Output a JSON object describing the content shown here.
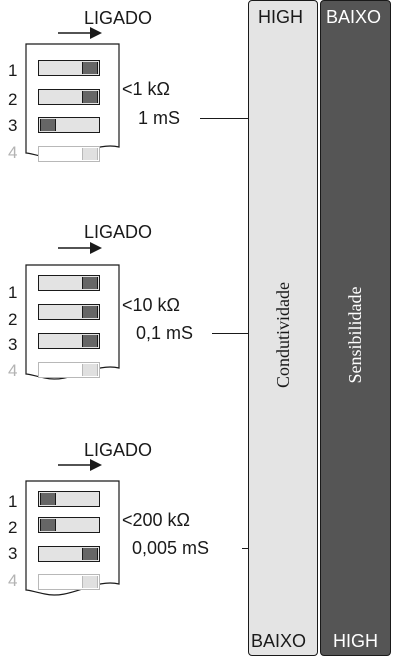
{
  "scale": {
    "left_bar": {
      "title": "Condutividade",
      "top_label": "HIGH",
      "bottom_label": "BAIXO",
      "color": "#e4e4e4"
    },
    "right_bar": {
      "title": "Sensibilidade",
      "top_label": "BAIXO",
      "bottom_label": "HIGH",
      "color": "#555555"
    }
  },
  "groups": [
    {
      "on_label": "LIGADO",
      "resistance": "<1 kΩ",
      "conductance": "1 mS",
      "switches": [
        {
          "n": "1",
          "state": "on"
        },
        {
          "n": "2",
          "state": "on"
        },
        {
          "n": "3",
          "state": "off"
        },
        {
          "n": "4",
          "state": "inactive"
        }
      ]
    },
    {
      "on_label": "LIGADO",
      "resistance": "<10 kΩ",
      "conductance": "0,1 mS",
      "switches": [
        {
          "n": "1",
          "state": "on"
        },
        {
          "n": "2",
          "state": "on"
        },
        {
          "n": "3",
          "state": "on"
        },
        {
          "n": "4",
          "state": "inactive"
        }
      ]
    },
    {
      "on_label": "LIGADO",
      "resistance": "<200 kΩ",
      "conductance": "0,005 mS",
      "switches": [
        {
          "n": "1",
          "state": "off"
        },
        {
          "n": "2",
          "state": "off"
        },
        {
          "n": "3",
          "state": "on"
        },
        {
          "n": "4",
          "state": "inactive"
        }
      ]
    }
  ]
}
